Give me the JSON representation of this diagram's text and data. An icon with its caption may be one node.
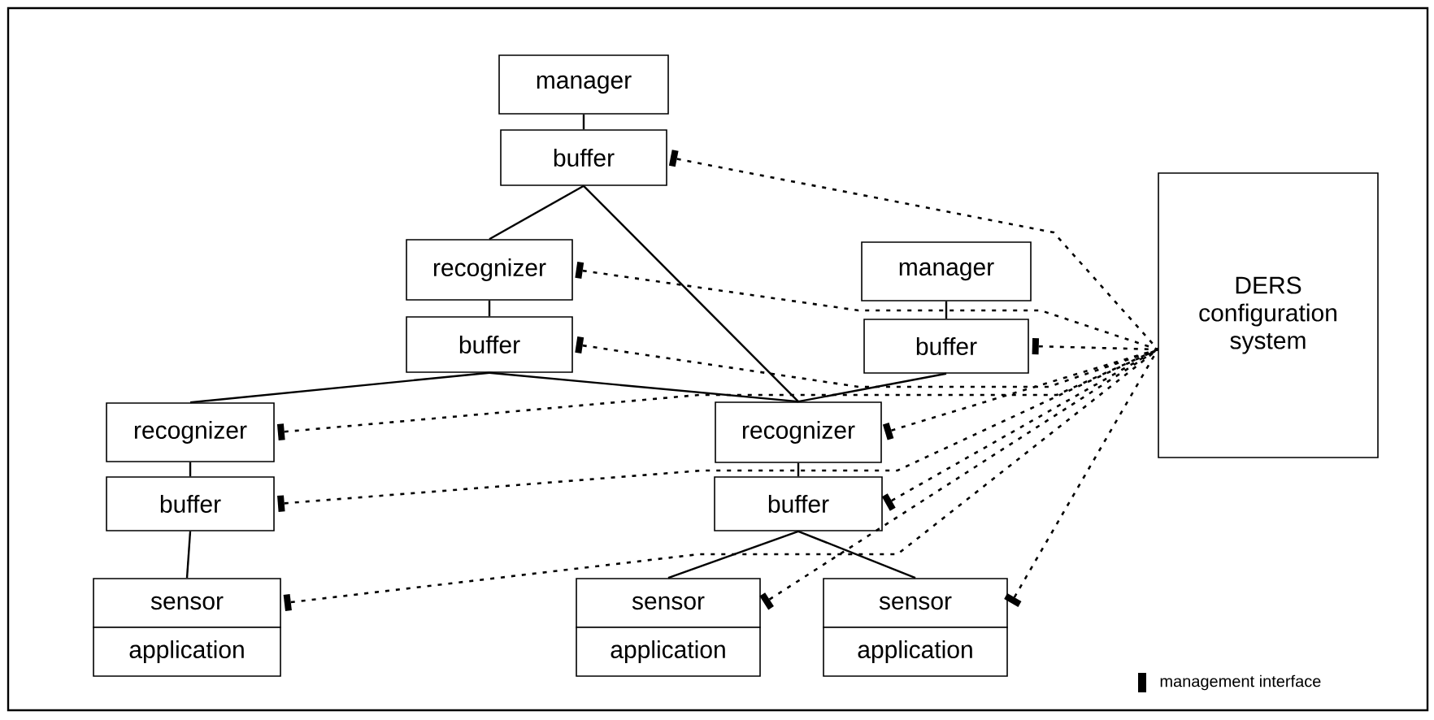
{
  "diagram": {
    "nodes": [
      {
        "text": [
          "manager"
        ]
      },
      {
        "text": [
          "buffer"
        ]
      },
      {
        "text": [
          "recognizer"
        ]
      },
      {
        "text": [
          "buffer"
        ]
      },
      {
        "text": [
          "manager"
        ]
      },
      {
        "text": [
          "buffer"
        ]
      },
      {
        "text": [
          "recognizer"
        ]
      },
      {
        "text": [
          "buffer"
        ]
      },
      {
        "text": [
          "sensor"
        ]
      },
      {
        "text": [
          "application"
        ]
      },
      {
        "text": [
          "recognizer"
        ]
      },
      {
        "text": [
          "buffer"
        ]
      },
      {
        "text": [
          "sensor"
        ]
      },
      {
        "text": [
          "application"
        ]
      },
      {
        "text": [
          "sensor"
        ]
      },
      {
        "text": [
          "application"
        ]
      },
      {
        "text": [
          "DERS configuration system"
        ]
      }
    ],
    "edges": [
      {
        "from": 0,
        "to": 1,
        "arrow": "none"
      },
      {
        "from": 1,
        "to": 2,
        "arrow": "none"
      },
      {
        "from": 1,
        "to": 10,
        "arrow": "none"
      },
      {
        "from": 2,
        "to": 3,
        "arrow": "none"
      },
      {
        "from": 3,
        "to": 6,
        "arrow": "none"
      },
      {
        "from": 3,
        "to": 10,
        "arrow": "none"
      },
      {
        "from": 4,
        "to": 5,
        "arrow": "none"
      },
      {
        "from": 5,
        "to": 10,
        "arrow": "none"
      },
      {
        "from": 6,
        "to": 7,
        "arrow": "none"
      },
      {
        "from": 7,
        "to": 8,
        "arrow": "none"
      },
      {
        "from": 10,
        "to": 11,
        "arrow": "none"
      },
      {
        "from": 11,
        "to": 12,
        "arrow": "none"
      },
      {
        "from": 11,
        "to": 14,
        "arrow": "none"
      },
      {
        "from": 1,
        "to": 16,
        "arrow": "other",
        "style": "dashed"
      },
      {
        "from": 2,
        "to": 16,
        "arrow": "other",
        "style": "dashed"
      },
      {
        "from": 3,
        "to": 16,
        "arrow": "other",
        "style": "dashed"
      },
      {
        "from": 5,
        "to": 16,
        "arrow": "other",
        "style": "dashed"
      },
      {
        "from": 6,
        "to": 16,
        "arrow": "other",
        "style": "dashed"
      },
      {
        "from": 7,
        "to": 16,
        "arrow": "other",
        "style": "dashed"
      },
      {
        "from": 8,
        "to": 16,
        "arrow": "other",
        "style": "dashed"
      },
      {
        "from": 10,
        "to": 16,
        "arrow": "other",
        "style": "dashed"
      },
      {
        "from": 11,
        "to": 16,
        "arrow": "other",
        "style": "dashed"
      },
      {
        "from": 12,
        "to": 16,
        "arrow": "other",
        "style": "dashed"
      },
      {
        "from": 14,
        "to": 16,
        "arrow": "other",
        "style": "dashed"
      }
    ],
    "legend": [
      {
        "text": "management interface"
      }
    ]
  }
}
